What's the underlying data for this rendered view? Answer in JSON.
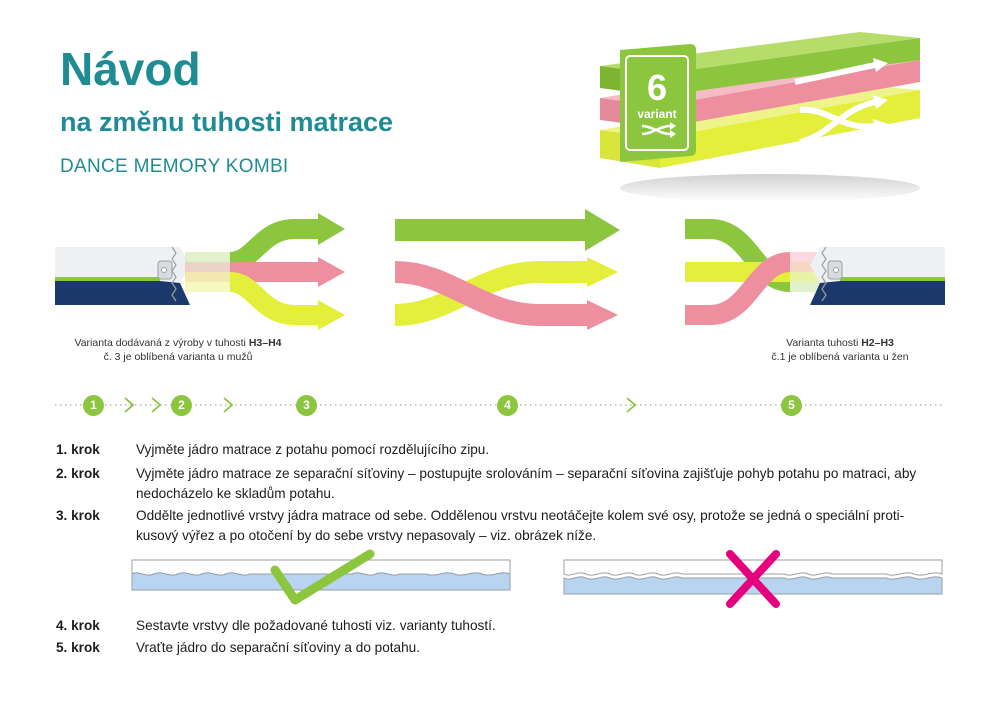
{
  "header": {
    "title": "Návod",
    "subtitle": "na změnu tuhosti matrace",
    "product": "DANCE MEMORY KOMBI"
  },
  "badge": {
    "number": "6",
    "label": "variant",
    "icon": "swap-arrows-icon"
  },
  "captions": {
    "left_line1_pre": "Varianta dodávaná z výroby v tuhosti ",
    "left_line1_bold": "H3–H4",
    "left_line2": "č. 3 je oblíbená varianta u mužů",
    "right_line1_pre": "Varianta tuhosti ",
    "right_line1_bold": "H2–H3",
    "right_line2": "č.1 je oblíbená varianta u žen"
  },
  "timeline": {
    "markers": [
      "1",
      "2",
      "3",
      "4",
      "5"
    ]
  },
  "steps": [
    {
      "label": "1. krok",
      "text": "Vyjměte jádro matrace z potahu pomocí rozdělujícího zipu."
    },
    {
      "label": "2. krok",
      "text": "Vyjměte jádro matrace ze separační síťoviny – postupujte srolováním – separační síťovina zajišťuje pohyb potahu po matraci, aby nedocházelo ke skladům potahu."
    },
    {
      "label": "3. krok",
      "text": "Oddělte jednotlivé vrstvy jádra matrace od sebe. Oddělenou vrstvu neotáčejte kolem své osy, protože se jedná o speciální proti-kusový výřez a po otočení by do sebe vrstvy nepasovaly – viz. obrázek níže."
    },
    {
      "label": "4. krok",
      "text": "Sestavte vrstvy dle požadované tuhosti viz. varianty tuhostí."
    },
    {
      "label": "5. krok",
      "text": "Vraťte jádro do separační síťoviny a do potahu."
    }
  ],
  "colors": {
    "teal": "#1f8c94",
    "green": "#8cc63f",
    "pink": "#ee8fa0",
    "yellow": "#e3ef3a",
    "navy": "#1b3a6b",
    "correct": "#8cc63f",
    "wrong": "#e5007e",
    "strip_blue": "#b8d4f0"
  }
}
